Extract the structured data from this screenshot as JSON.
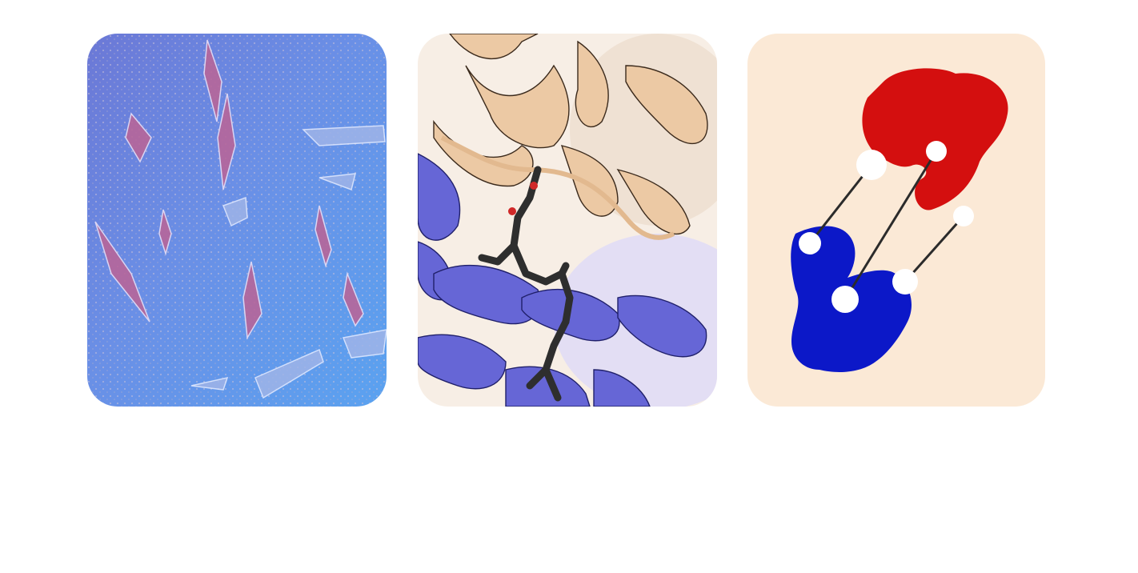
{
  "panels": [
    {
      "name": "crystals-micrograph",
      "dominant_colors": [
        "#5f8fe0",
        "#7f7fd0",
        "#b56a9a"
      ]
    },
    {
      "name": "protein-ribbon-ligand",
      "dominant_colors": [
        "#e9c7a3",
        "#6262d0",
        "#2f2f2f",
        "#d03030"
      ]
    },
    {
      "name": "surface-model-crosslinks",
      "dominant_colors": [
        "#fbe9d6",
        "#d01010",
        "#0b18c8",
        "#ffffff",
        "#222222"
      ]
    }
  ]
}
